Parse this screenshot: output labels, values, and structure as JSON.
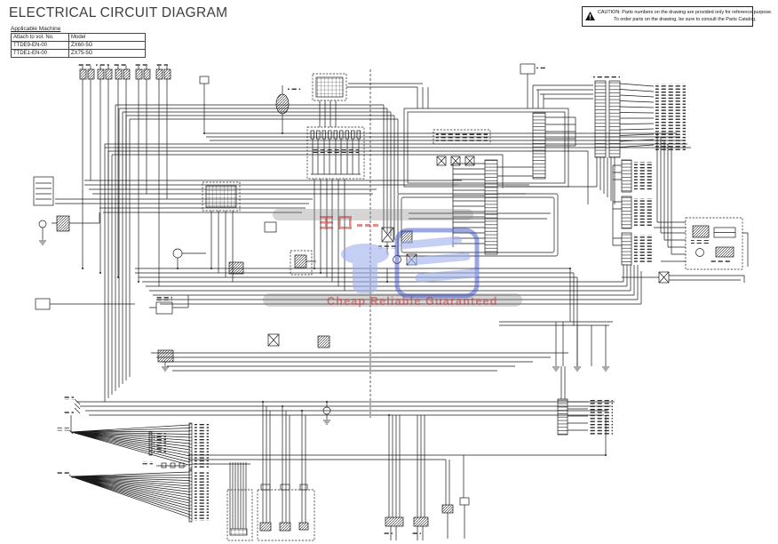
{
  "page": {
    "title": "ELECTRICAL CIRCUIT DIAGRAM",
    "background": "#ffffff"
  },
  "applicable_machine": {
    "caption": "Applicable Machine",
    "headers": [
      "Attach to vol. No.",
      "Model"
    ],
    "rows": [
      [
        "TTDE9-EN-00",
        "ZX60-5G"
      ],
      [
        "TTDE1-EN-00",
        "ZX75-5G"
      ]
    ]
  },
  "caution": {
    "icon": "warning-triangle-icon",
    "line1": "CAUTION: Parts numbers on the drawing are provided only for reference purpose.",
    "line2": "To order parts on the drawing, be sure to consult the Parts Catalog."
  },
  "watermark": {
    "bottom_text": "Cheap Reliable Guaranteed",
    "colors": {
      "logo_blue": "#3850c8",
      "logo_light_blue": "#9db0ec",
      "red": "#c43030",
      "gray": "#808080"
    }
  },
  "diagram": {
    "type": "electrical-wiring-schematic",
    "line_color": "#1b1b1b"
  }
}
